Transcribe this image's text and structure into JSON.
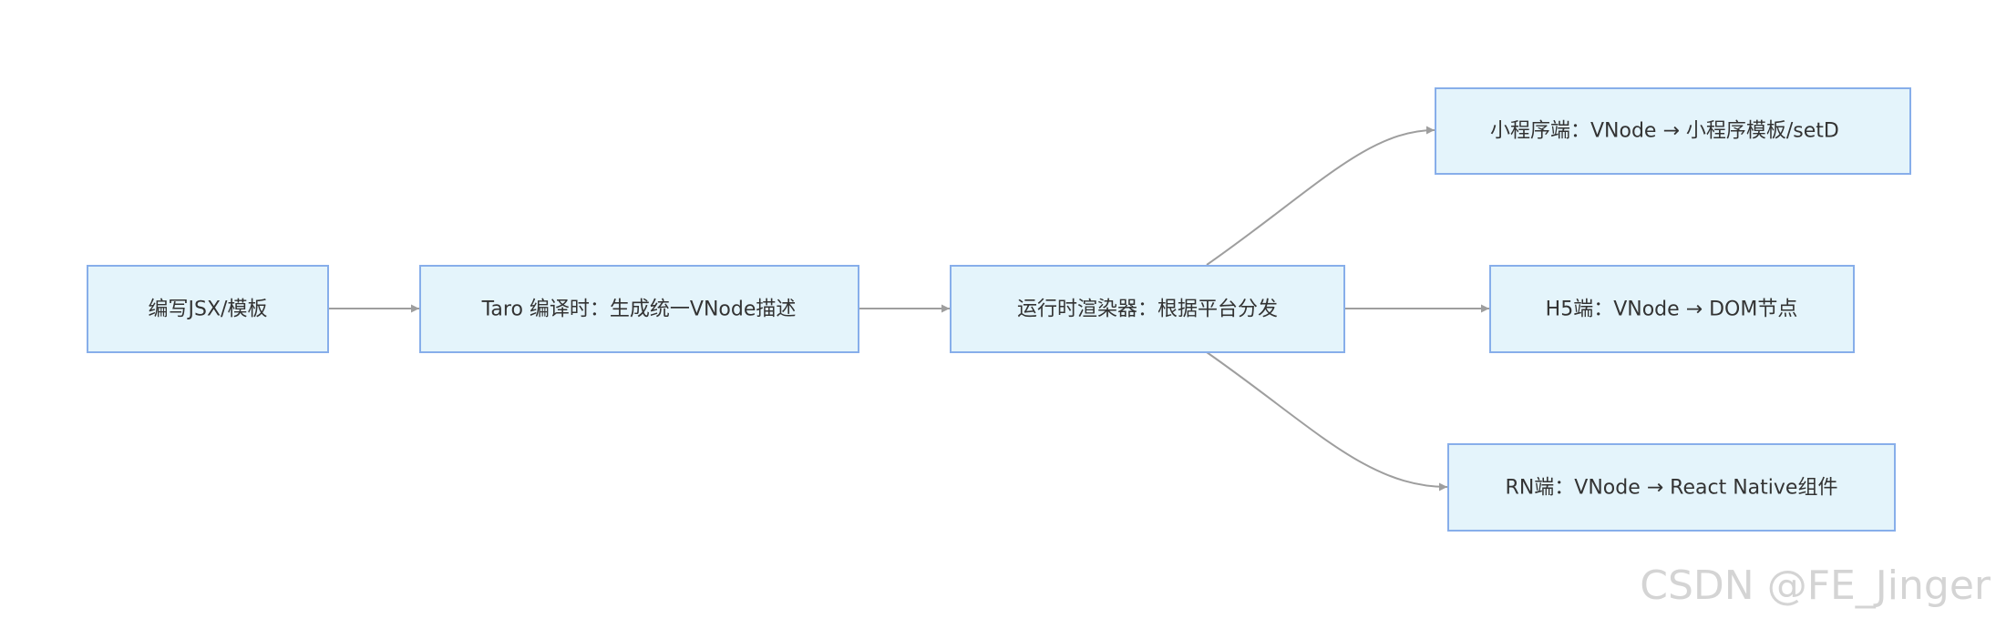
{
  "nodes": {
    "write": "编写JSX/模板",
    "compile": "Taro 编译时：生成统一VNode描述",
    "runtime": "运行时渲染器：根据平台分发",
    "miniprogram": "小程序端：VNode → 小程序模板/setD",
    "h5": "H5端：VNode → DOM节点",
    "rn": "RN端：VNode → React Native组件"
  },
  "watermark": "CSDN @FE_Jinger"
}
